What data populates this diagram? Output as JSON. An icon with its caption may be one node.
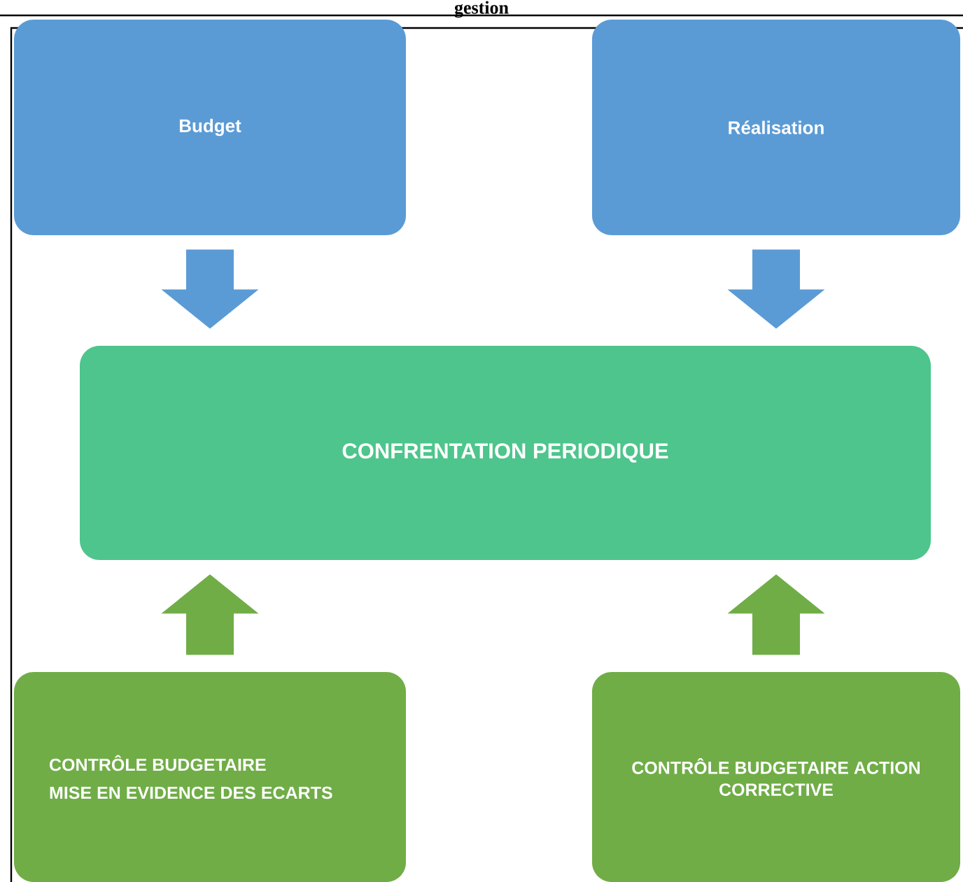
{
  "diagram": {
    "title": "gestion",
    "nodes": [
      {
        "text": [
          "Budget"
        ]
      },
      {
        "text": [
          "Réalisation"
        ]
      },
      {
        "text": [
          "CONFRENTATION PERIODIQUE"
        ]
      },
      {
        "text": [
          "CONTRÔLE BUDGETAIRE",
          "MISE EN EVIDENCE DES ECARTS"
        ]
      },
      {
        "text": [
          "CONTRÔLE BUDGETAIRE ACTION CORRECTIVE"
        ]
      }
    ],
    "edges": [
      {
        "from": 0,
        "to": 2,
        "arrow": "to"
      },
      {
        "from": 1,
        "to": 2,
        "arrow": "to",
        "color": "#5b9bd5"
      },
      {
        "from": 3,
        "to": 2,
        "arrow": "to",
        "color": "#70ad47"
      },
      {
        "from": 4,
        "to": 2,
        "arrow": "to",
        "color": "#70ad47"
      }
    ]
  }
}
